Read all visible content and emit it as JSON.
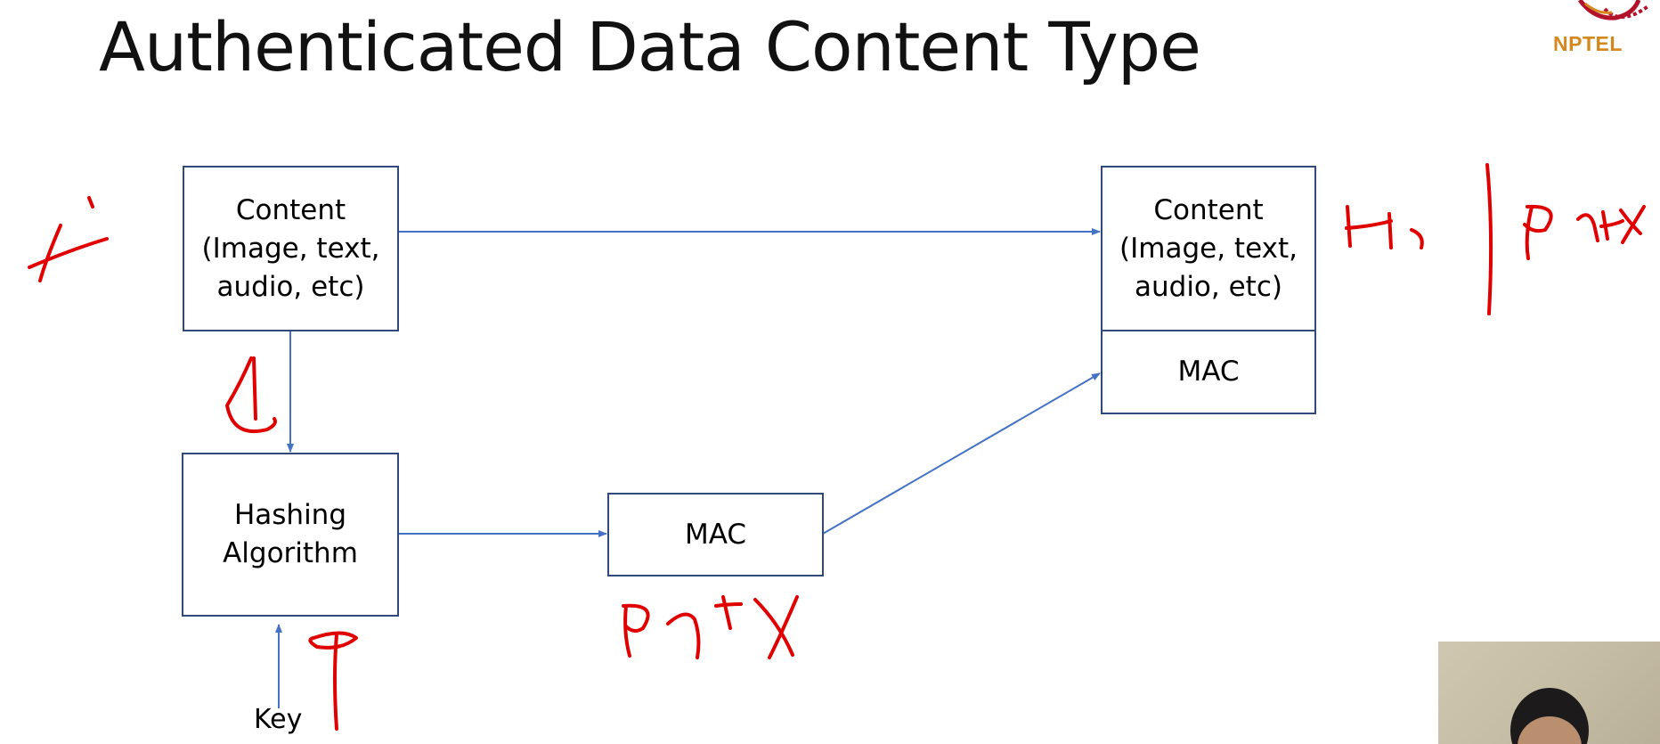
{
  "slide": {
    "title": "Authenticated Data Content Type",
    "logo_text": "NPTEL"
  },
  "diagram": {
    "content_box_left": "Content\n(Image, text,\naudio, etc)",
    "hashing_box": "Hashing\nAlgorithm",
    "mac_box_middle": "MAC",
    "content_box_right": "Content\n(Image, text,\naudio, etc)",
    "mac_box_right": "MAC",
    "key_label": "Key"
  },
  "colors": {
    "arrow": "#4472c4",
    "box_border": "#2f4a7a",
    "ink": "#e00000",
    "logo": "#d4881d"
  }
}
